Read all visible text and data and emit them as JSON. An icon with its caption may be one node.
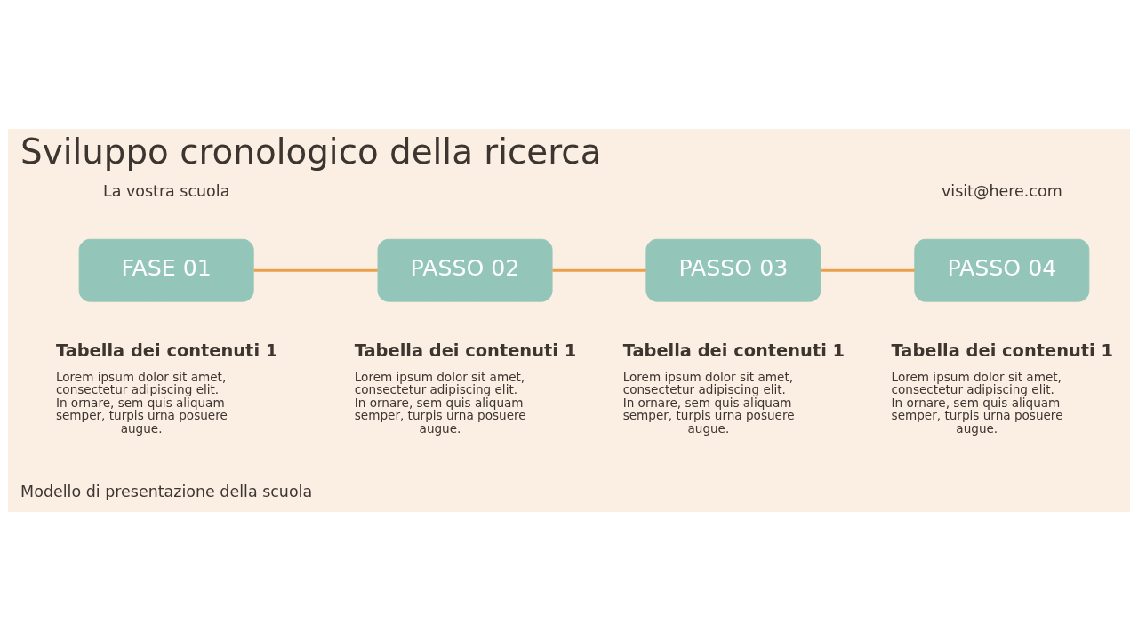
{
  "diagram": {
    "title": "Sviluppo cronologico della ricerca",
    "nodes": [
      {
        "text": [
          "FASE 01"
        ],
        "beside": [
          "Tabella dei contenuti 1",
          "Lorem ipsum dolor sit amet, consectetur adipiscing elit. In ornare, sem quis aliquam semper, turpis urna posuere augue."
        ]
      },
      {
        "text": [
          "PASSO 02"
        ],
        "beside": [
          "Tabella dei contenuti 1",
          "Lorem ipsum dolor sit amet, consectetur adipiscing elit. In ornare, sem quis aliquam semper, turpis urna posuere augue."
        ]
      },
      {
        "text": [
          "PASSO 03"
        ],
        "beside": [
          "Tabella dei contenuti 1",
          "Lorem ipsum dolor sit amet, consectetur adipiscing elit. In ornare, sem quis aliquam semper, turpis urna posuere augue."
        ]
      },
      {
        "text": [
          "PASSO 04"
        ],
        "beside": [
          "Tabella dei contenuti 1",
          "Lorem ipsum dolor sit amet, consectetur adipiscing elit. In ornare, sem quis aliquam semper, turpis urna posuere augue."
        ]
      }
    ],
    "edges": [
      {
        "from": 0,
        "to": 1,
        "arrow": "none"
      },
      {
        "from": 1,
        "to": 2,
        "arrow": "none"
      },
      {
        "from": 2,
        "to": 3,
        "arrow": "none"
      }
    ],
    "labels": [
      "La vostra scuola",
      "visit@here.com",
      "Modello di presentazione della scuola"
    ]
  }
}
